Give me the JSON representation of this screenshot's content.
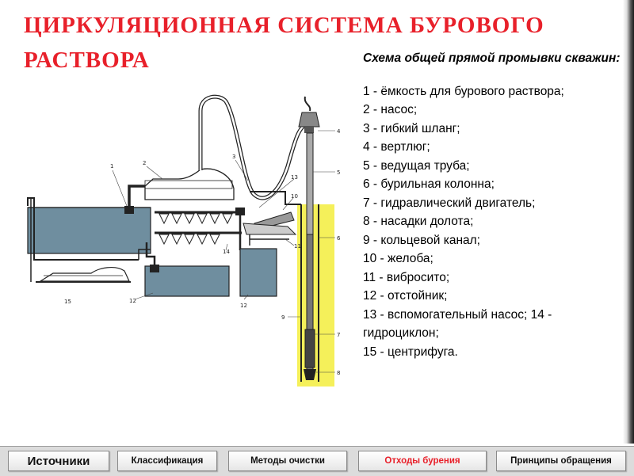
{
  "title": "ЦИРКУЛЯЦИОННАЯ СИСТЕМА БУРОВОГО РАСТВОРА",
  "description": {
    "heading": "Схема общей прямой промывки скважин:",
    "items": [
      "1 - ёмкость для бурового раствора;",
      "2 - насос;",
      "3 - гибкий шланг;",
      "4 - вертлюг;",
      "5 - ведущая труба;",
      "6 - бурильная колонна;",
      "7 - гидравлический двигатель;",
      "8 - насадки долота;",
      "9 - кольцевой канал;",
      "10 - желоба;",
      "11 - вибросито;",
      "12 - отстойник;",
      "13 - вспомогательный насос; 14 - гидроциклон;",
      "15 - центрифуга."
    ]
  },
  "diagram_labels": {
    "l1": "1",
    "l2": "2",
    "l3": "3",
    "l4": "4",
    "l5": "5",
    "l6": "6",
    "l7": "7",
    "l8": "8",
    "l9": "9",
    "l10": "10",
    "l11": "11",
    "l12a": "12",
    "l12b": "12",
    "l13": "13",
    "l14": "14",
    "l15": "15"
  },
  "colors": {
    "title": "#e8202a",
    "liquid": "#6f8e9f",
    "casing_highlight": "#f5f05a",
    "accent_nav": "#e8202a"
  },
  "nav": {
    "sources": "Источники",
    "classification": "Классификация",
    "cleaning_methods": "Методы очистки",
    "drilling_waste": "Отходы бурения",
    "handling_principles": "Принципы обращения"
  }
}
